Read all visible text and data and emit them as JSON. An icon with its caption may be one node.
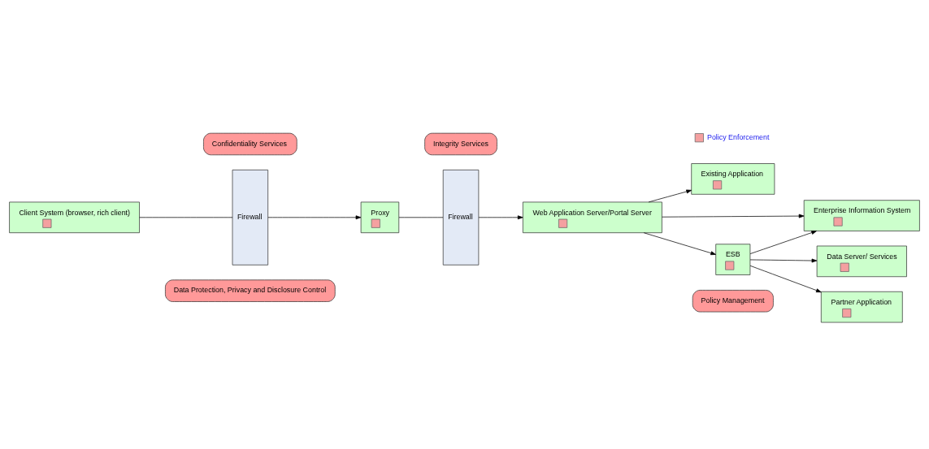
{
  "diagram": {
    "nodes": [
      {
        "text": [
          "Data Protection, Privacy and Disclosure Control"
        ]
      },
      {
        "text": [
          "Policy Management"
        ]
      },
      {
        "text": [
          "Client System (browser, rich client)"
        ]
      },
      {
        "text": [
          "Firewall"
        ]
      },
      {
        "text": [
          "Proxy"
        ]
      },
      {
        "text": [
          "Firewall"
        ]
      },
      {
        "text": [
          "Web Application Server/Portal Server"
        ]
      },
      {
        "text": [
          "Existing Application"
        ]
      },
      {
        "text": [
          "ESB"
        ]
      },
      {
        "text": [
          "Enterprise Information System"
        ]
      },
      {
        "text": [
          "Data Server/ Services"
        ]
      },
      {
        "text": [
          "Partner Application"
        ]
      },
      {
        "text": [
          "Confidentiality Services"
        ]
      },
      {
        "text": [
          "Integrity Services"
        ]
      }
    ],
    "edges": [
      {
        "from": 2,
        "to": 3,
        "arrow": "none"
      },
      {
        "from": 3,
        "to": 4,
        "arrow": "to"
      },
      {
        "from": 4,
        "to": 5,
        "arrow": "none"
      },
      {
        "from": 5,
        "to": 6,
        "arrow": "to"
      },
      {
        "from": 6,
        "to": 9,
        "arrow": "to"
      },
      {
        "from": 6,
        "to": 8,
        "arrow": "to"
      },
      {
        "from": 6,
        "to": 7,
        "arrow": "to"
      },
      {
        "from": 8,
        "to": 9,
        "arrow": "to"
      },
      {
        "from": 8,
        "to": 10,
        "arrow": "to"
      },
      {
        "from": 8,
        "to": 11,
        "arrow": "to"
      }
    ],
    "legend": [
      {
        "text": "Policy Enforcement",
        "color": "#f4a0a0"
      }
    ]
  }
}
